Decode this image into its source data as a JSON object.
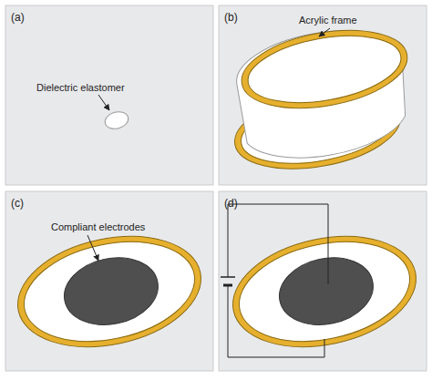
{
  "diagram": {
    "labels": [
      "(a)",
      "Dielectric elastomer",
      "(b)",
      "Acrylic frame",
      "(c)",
      "Compliant electrodes",
      "(d)"
    ]
  }
}
